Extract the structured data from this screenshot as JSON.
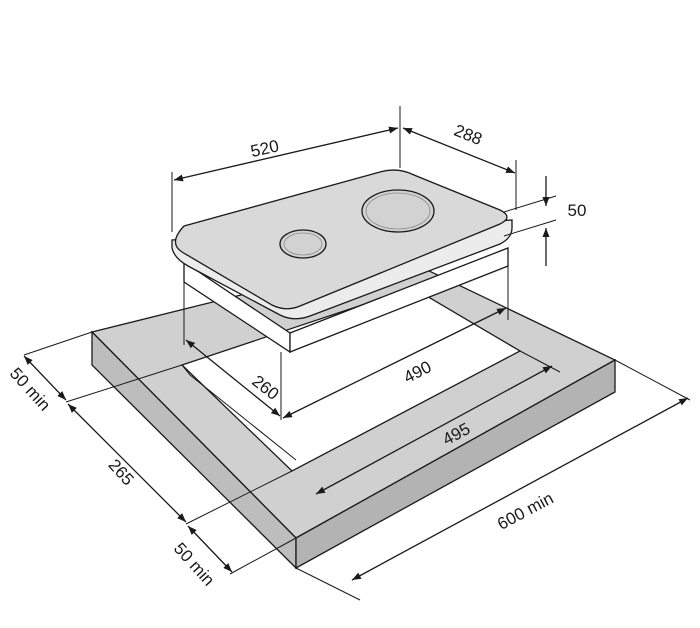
{
  "dimensions": {
    "width_520": "520",
    "depth_288": "288",
    "height_50": "50",
    "cutout_490": "490",
    "cutout_260": "260",
    "cutout_495": "495",
    "worktop_600": "600 min",
    "front_50": "50 min",
    "depth_265": "265",
    "back_50": "50 min"
  },
  "colors": {
    "worktop_top": "#d0d0d0",
    "worktop_side": "#b5b5b5",
    "hob_top": "#d9d9d9",
    "hob_edge": "#ececec",
    "outline": "#1a1a1a"
  }
}
